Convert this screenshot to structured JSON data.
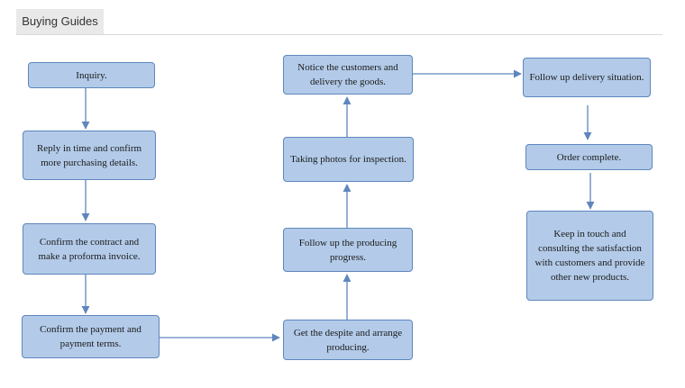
{
  "header": {
    "tab_label": "Buying Guides"
  },
  "flow": {
    "inquiry": "Inquiry.",
    "reply": "Reply in time and confirm more purchasing details.",
    "contract": "Confirm the contract and make a proforma invoice.",
    "payment": "Confirm the payment and payment terms.",
    "despite": "Get the despite and arrange producing.",
    "producing": "Follow up the producing progress.",
    "photos": "Taking photos for inspection.",
    "notice": "Notice the customers and delivery the goods.",
    "delivery": "Follow up delivery situation.",
    "complete": "Order complete.",
    "keep_touch": "Keep in touch and consulting the satisfaction with customers and provide other new products."
  },
  "colors": {
    "node_fill": "#b3cbe9",
    "node_border": "#5f86bd",
    "arrow": "#5f86bd"
  }
}
